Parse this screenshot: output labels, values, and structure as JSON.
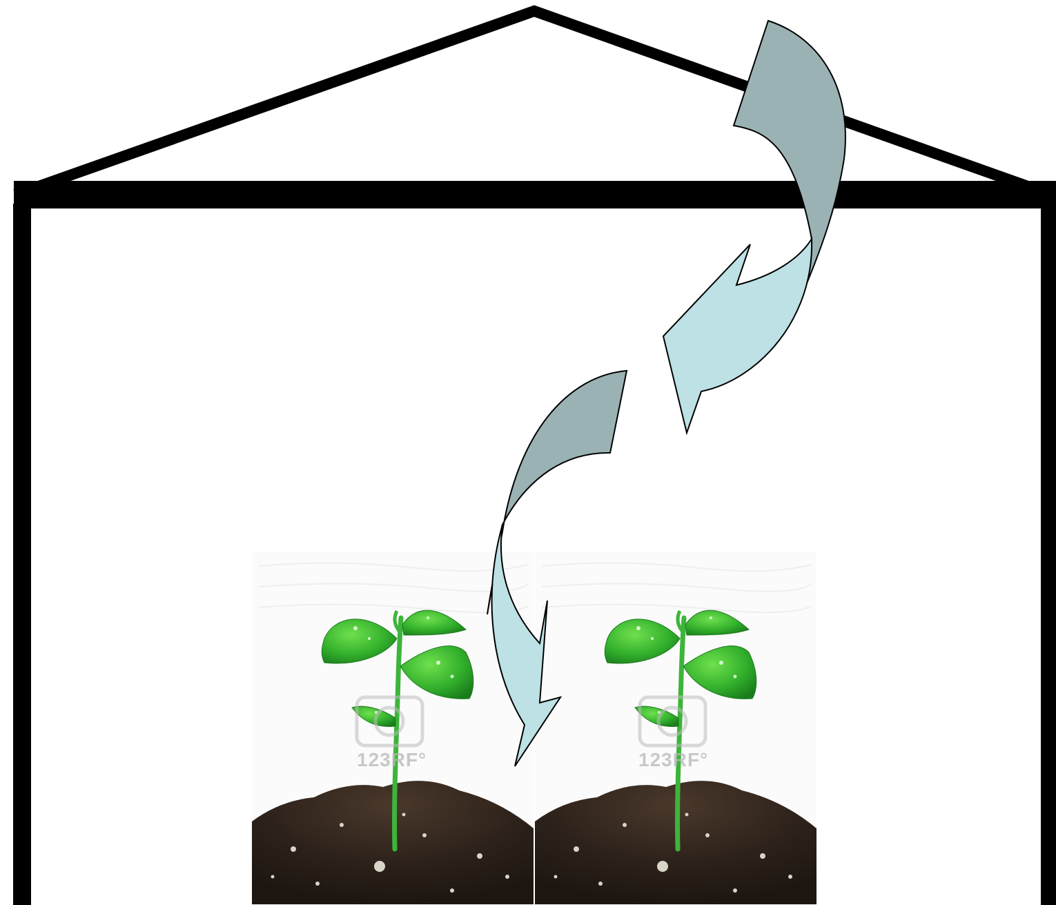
{
  "diagram": {
    "subject": "greenhouse",
    "watermark_text": "123RF",
    "watermark_mark": "123RF°",
    "colors": {
      "outline": "#000000",
      "background": "#ffffff",
      "arrow_dark": "#9ab2b4",
      "arrow_light": "#bde1e4",
      "soil_dark": "#2a1f18",
      "soil_mid": "#3b2c22",
      "leaf_dark": "#1d8a1f",
      "leaf_light": "#4fcf3a",
      "stem": "#3fb53a",
      "watermark": "#b8b8b8"
    },
    "icons": [
      "house-outline-icon",
      "curved-arrow-icon",
      "seedling-icon",
      "camera-watermark-icon"
    ]
  }
}
